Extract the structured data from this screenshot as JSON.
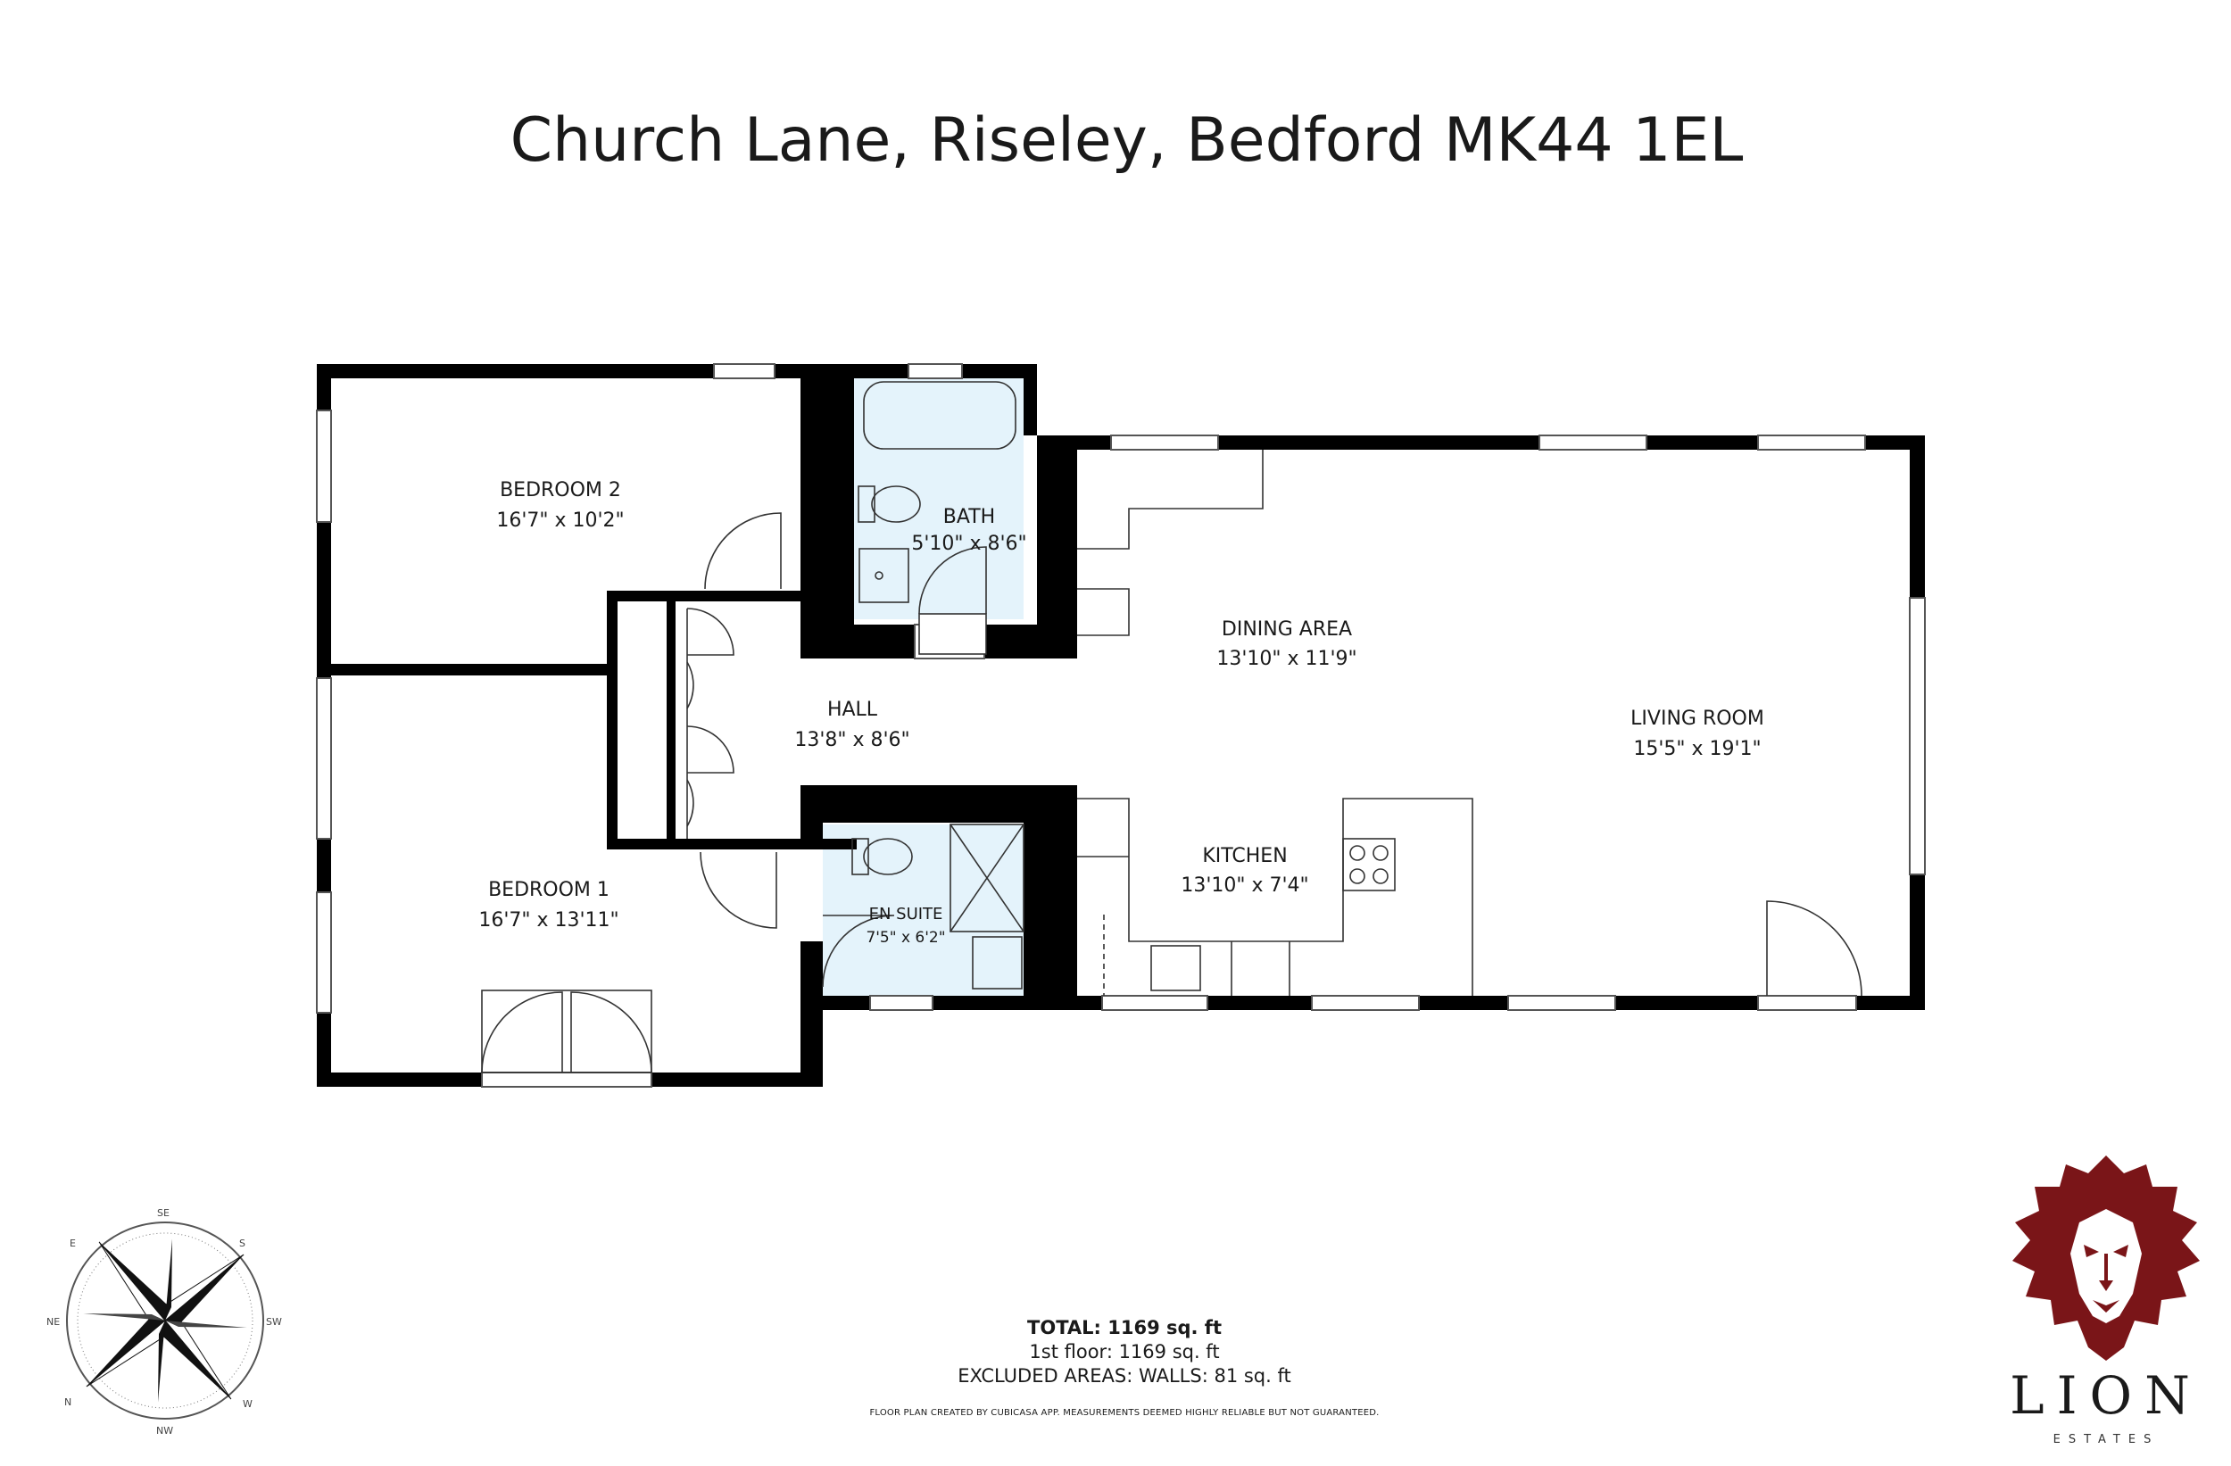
{
  "title": "Church Lane, Riseley, Bedford MK44 1EL",
  "rooms": {
    "bedroom2": {
      "name": "BEDROOM 2",
      "dims": "16'7\" x 10'2\""
    },
    "bath": {
      "name": "BATH",
      "dims": "5'10\" x 8'6\""
    },
    "dining": {
      "name": "DINING AREA",
      "dims": "13'10\" x 11'9\""
    },
    "hall": {
      "name": "HALL",
      "dims": "13'8\" x 8'6\""
    },
    "living": {
      "name": "LIVING ROOM",
      "dims": "15'5\" x 19'1\""
    },
    "kitchen": {
      "name": "KITCHEN",
      "dims": "13'10\" x 7'4\""
    },
    "bedroom1": {
      "name": "BEDROOM 1",
      "dims": "16'7\" x 13'11\""
    },
    "ensuite": {
      "name": "EN SUITE",
      "dims": "7'5\" x 6'2\""
    }
  },
  "summary": {
    "total": "TOTAL: 1169 sq. ft",
    "floor": "1st floor: 1169 sq. ft",
    "excluded": "EXCLUDED AREAS: WALLS: 81 sq. ft"
  },
  "disclaimer": "FLOOR PLAN CREATED BY CUBICASA APP. MEASUREMENTS DEEMED HIGHLY RELIABLE BUT NOT GUARANTEED.",
  "logo": {
    "word": "LION",
    "sub": "ESTATES",
    "color": "#7a1518"
  },
  "compass": {
    "labels": [
      "SE",
      "S",
      "SW",
      "W",
      "NW",
      "N",
      "NE",
      "E"
    ]
  },
  "colors": {
    "wet_room_fill": "#e4f3fb",
    "wall": "#000000"
  }
}
